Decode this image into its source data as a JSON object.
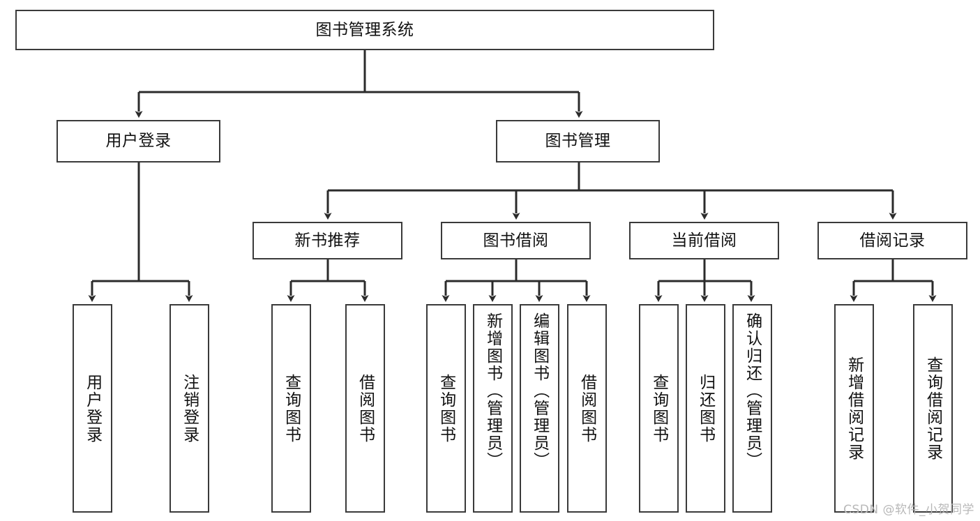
{
  "diagram": {
    "title": "图书管理系统",
    "type": "hierarchy-tree",
    "colors": {
      "box_border": "#3a3a3a",
      "box_fill": "#ffffff",
      "edge": "#2b2b2b",
      "text": "#111111",
      "watermark": "#b8b8b8",
      "background": "#ffffff"
    },
    "nodes": {
      "root": {
        "label": "图书管理系统"
      },
      "level2": [
        {
          "label": "用户登录"
        },
        {
          "label": "图书管理"
        }
      ],
      "level3": [
        {
          "label": "新书推荐"
        },
        {
          "label": "图书借阅"
        },
        {
          "label": "当前借阅"
        },
        {
          "label": "借阅记录"
        }
      ],
      "leaves": {
        "user_login": [
          {
            "label": "用户登录"
          },
          {
            "label": "注销登录"
          }
        ],
        "new_book_recommend": [
          {
            "label": "查询图书"
          },
          {
            "label": "借阅图书"
          }
        ],
        "book_borrow": [
          {
            "label": "查询图书"
          },
          {
            "label": "新增图书（管理员）"
          },
          {
            "label": "编辑图书（管理员）"
          },
          {
            "label": "借阅图书"
          }
        ],
        "current_borrow": [
          {
            "label": "查询图书"
          },
          {
            "label": "归还图书"
          },
          {
            "label": "确认归还（管理员）"
          }
        ],
        "borrow_record": [
          {
            "label": "新增借阅记录"
          },
          {
            "label": "查询借阅记录"
          }
        ]
      }
    },
    "watermark": "CSDN @软件_小贺同学"
  }
}
